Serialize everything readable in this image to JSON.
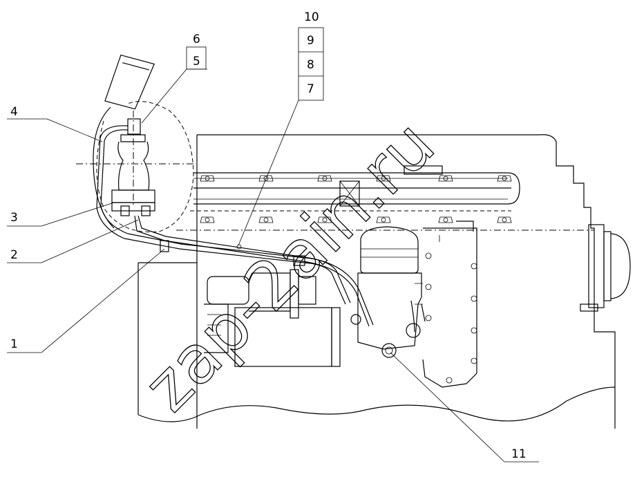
{
  "callouts": {
    "c1": "1",
    "c2": "2",
    "c3": "3",
    "c4": "4",
    "c5": "5",
    "c6": "6",
    "c7": "7",
    "c8": "8",
    "c9": "9",
    "c10": "10",
    "c11": "11"
  },
  "watermark": "zap-2ain.ru",
  "colors": {
    "ink": "#000000",
    "paper": "#ffffff"
  }
}
